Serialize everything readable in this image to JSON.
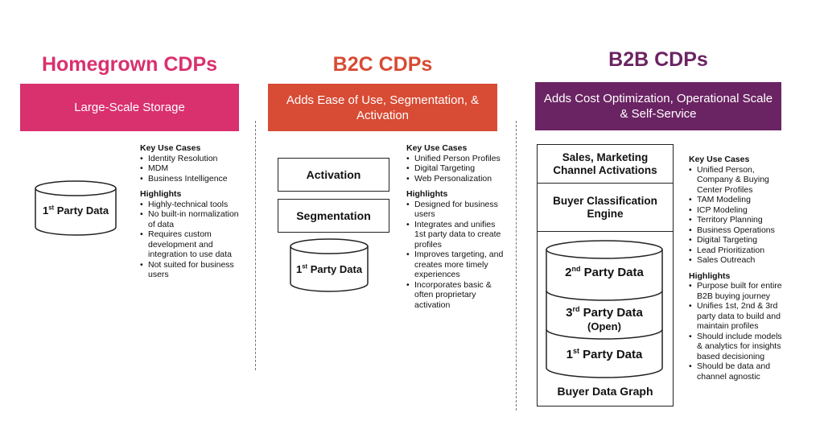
{
  "colors": {
    "homegrown": "#d9306e",
    "b2c": "#d84b34",
    "b2b": "#6b2463"
  },
  "homegrown": {
    "title": "Homegrown CDPs",
    "banner": "Large-Scale Storage",
    "cylinder": {
      "sup": "st",
      "pre": "1",
      "post": " Party Data"
    },
    "use_cases_title": "Key Use Cases",
    "use_cases": [
      "Identity Resolution",
      "MDM",
      "Business Intelligence"
    ],
    "highlights_title": "Highlights",
    "highlights": [
      "Highly-technical tools",
      "No built-in normalization of data",
      "Requires custom development and integration to use data",
      "Not suited for business users"
    ]
  },
  "b2c": {
    "title": "B2C CDPs",
    "banner": "Adds Ease of Use, Segmentation, & Activation",
    "boxes": [
      "Activation",
      "Segmentation"
    ],
    "cylinder": {
      "sup": "st",
      "pre": "1",
      "post": " Party Data"
    },
    "use_cases_title": "Key Use Cases",
    "use_cases": [
      "Unified Person Profiles",
      "Digital Targeting",
      "Web Personalization"
    ],
    "highlights_title": "Highlights",
    "highlights": [
      "Designed for business users",
      "Integrates and unifies 1st party data to create profiles",
      "Improves targeting, and creates more timely experiences",
      "Incorporates basic & often proprietary activation"
    ]
  },
  "b2b": {
    "title": "B2B CDPs",
    "banner": "Adds Cost Optimization, Operational Scale & Self-Service",
    "boxes": [
      "Sales, Marketing Channel Activations",
      "Buyer Classification Engine"
    ],
    "stack": [
      {
        "pre": "2",
        "sup": "nd",
        "post": " Party Data",
        "sub": ""
      },
      {
        "pre": "3",
        "sup": "rd",
        "post": " Party Data",
        "sub": "(Open)"
      },
      {
        "pre": "1",
        "sup": "st",
        "post": " Party Data",
        "sub": ""
      }
    ],
    "graph_label": "Buyer Data Graph",
    "use_cases_title": "Key Use Cases",
    "use_cases": [
      "Unified Person, Company & Buying Center Profiles",
      "TAM Modeling",
      "ICP Modeling",
      "Territory Planning",
      "Business Operations",
      "Digital Targeting",
      "Lead Prioritization",
      "Sales Outreach"
    ],
    "highlights_title": "Highlights",
    "highlights": [
      "Purpose built for entire B2B buying journey",
      "Unifies 1st, 2nd & 3rd party data to build and maintain profiles",
      "Should include models & analytics for insights based decisioning",
      "Should be data and channel agnostic"
    ]
  }
}
